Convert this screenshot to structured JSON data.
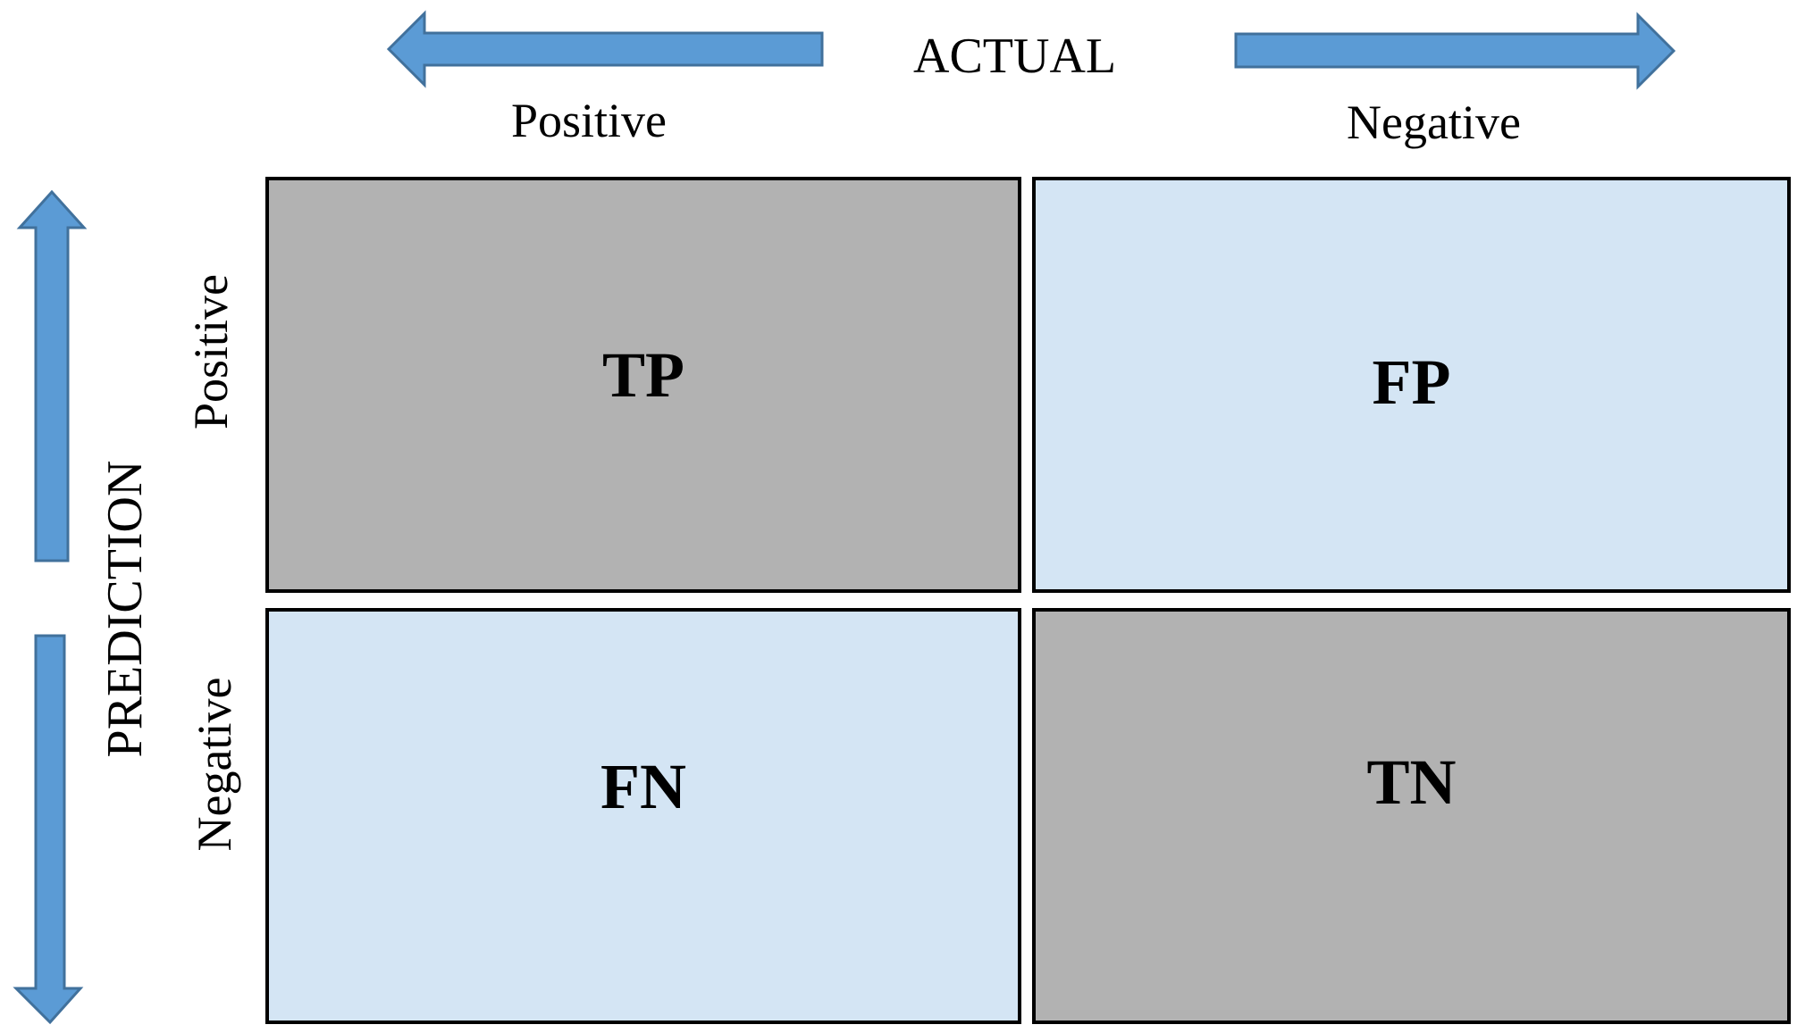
{
  "header": {
    "axis_title": "ACTUAL",
    "positive_label": "Positive",
    "negative_label": "Negative"
  },
  "side": {
    "axis_title": "PREDICTION",
    "positive_label": "Positive",
    "negative_label": "Negative"
  },
  "cells": {
    "tp": "TP",
    "fp": "FP",
    "fn": "FN",
    "tn": "TN"
  },
  "colors": {
    "arrow_fill": "#5B9BD5",
    "arrow_stroke": "#41719C",
    "true_cell": "#B2B2B2",
    "false_cell": "#D4E5F4"
  }
}
